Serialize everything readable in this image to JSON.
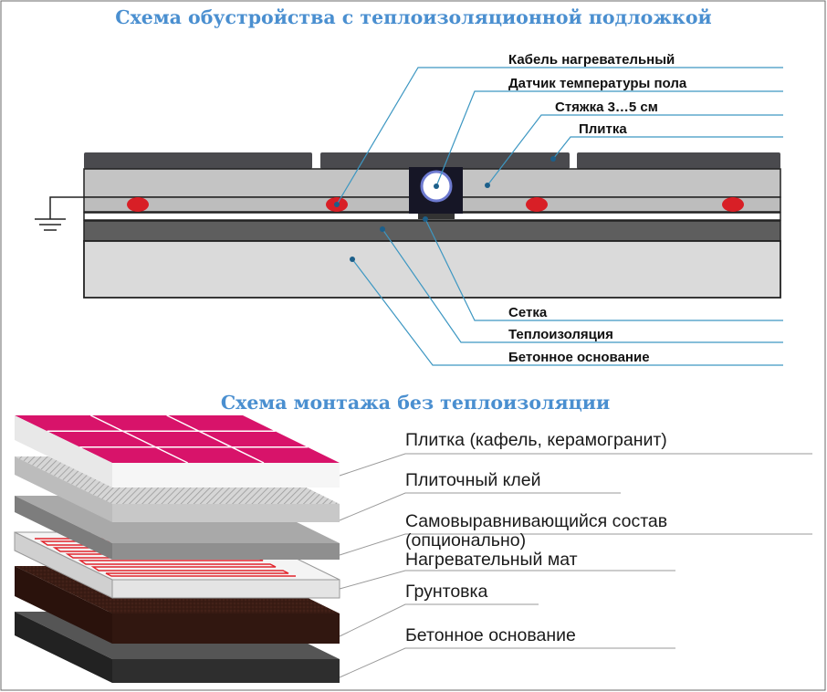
{
  "top_scheme": {
    "title": "Схема обустройства с теплоизоляционной подложкой",
    "labels": {
      "cable": "Кабель нагревательный",
      "sensor": "Датчик температуры пола",
      "screed": "Стяжка 3…5 см",
      "tile": "Плитка",
      "mesh": "Сетка",
      "insulation": "Теплоизоляция",
      "concrete": "Бетонное основание"
    }
  },
  "bottom_scheme": {
    "title": "Схема монтажа без теплоизоляции",
    "labels": {
      "tile": "Плитка (кафель, керамогранит)",
      "adhesive": "Плиточный клей",
      "leveler_1": "Самовыравнивающийся состав",
      "leveler_2": "(опционально)",
      "heating_mat": "Нагревательный мат",
      "primer": "Грунтовка",
      "concrete": "Бетонное основание"
    }
  },
  "colors": {
    "accent_line": "#3d97c2",
    "title_blue": "#4a8fd0",
    "tile_dark": "#4a4a4e",
    "screed_gray": "#c4c4c4",
    "heating_dot": "#d81f26",
    "insulation_gray": "#5e5e5e",
    "concrete_light": "#dadada",
    "tile_pink": "#d8136a",
    "primer_brown": "#3a1c14",
    "concrete_dark": "#333333"
  }
}
